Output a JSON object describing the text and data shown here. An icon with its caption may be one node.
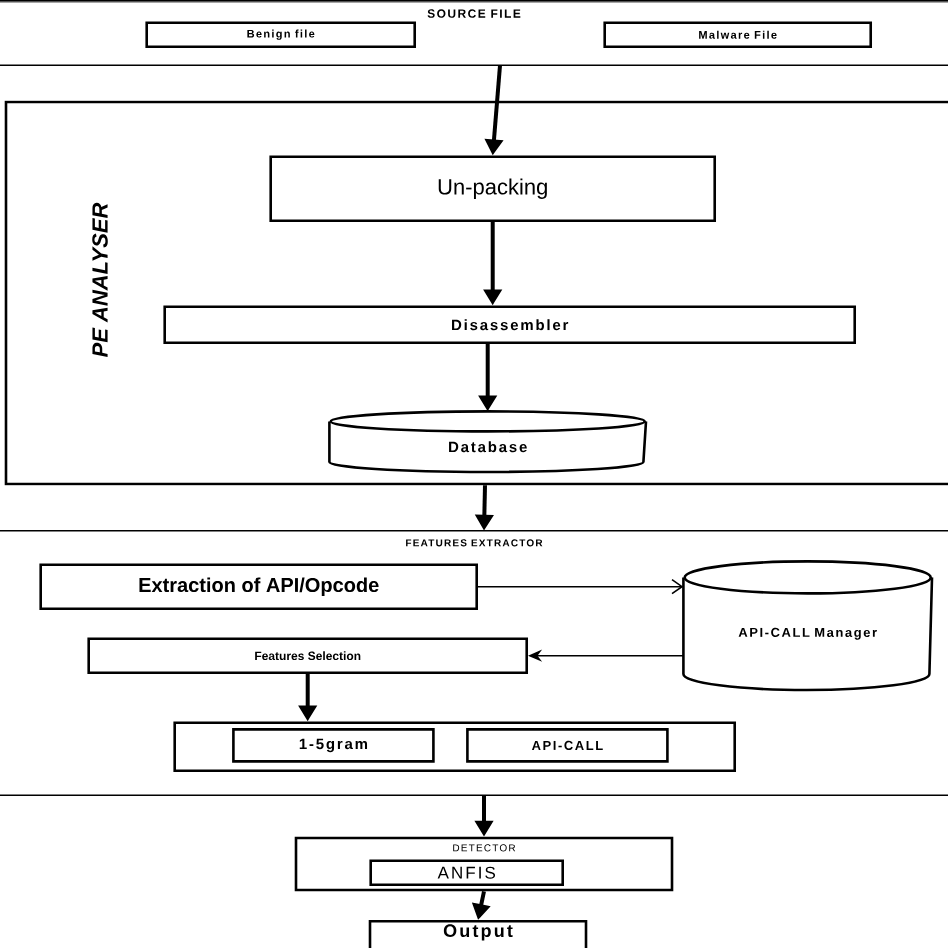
{
  "diagram": {
    "nodes": [
      {
        "text": [
          "SOURCE FILE"
        ]
      },
      {
        "text": [
          "Benign file"
        ],
        "in": 0
      },
      {
        "text": [
          "Malware File"
        ],
        "in": 0
      },
      {
        "text": [
          "PE ANALYSER"
        ]
      },
      {
        "text": [
          "Un-packing"
        ],
        "in": 3
      },
      {
        "text": [
          "Disassembler"
        ],
        "in": 3
      },
      {
        "text": [
          "Database"
        ],
        "in": 3
      },
      {
        "text": [
          "FEATURES EXTRACTOR"
        ]
      },
      {
        "text": [
          "Extraction of API/Opcode"
        ],
        "in": 7
      },
      {
        "text": [
          "API-CALL Manager"
        ],
        "in": 7
      },
      {
        "text": [
          "Features Selection"
        ],
        "in": 7
      },
      {
        "text": [],
        "shape": "box",
        "in": 7
      },
      {
        "text": [
          "1-5gram"
        ],
        "in": 11
      },
      {
        "text": [
          "API-CALL"
        ],
        "in": 11
      },
      {
        "text": [
          "DETECTOR"
        ]
      },
      {
        "text": [
          "ANFIS"
        ],
        "in": 14
      },
      {
        "text": [
          "Output"
        ]
      }
    ],
    "edges": [
      {
        "from": 0,
        "to": 4,
        "arrow": "to"
      },
      {
        "from": 4,
        "to": 5,
        "arrow": "to"
      },
      {
        "from": 5,
        "to": 6,
        "arrow": "to"
      },
      {
        "from": 3,
        "to": 7,
        "arrow": "to"
      },
      {
        "from": 8,
        "to": 9,
        "arrow": "to"
      },
      {
        "from": 9,
        "to": 10,
        "arrow": "to"
      },
      {
        "from": 10,
        "to": 11,
        "arrow": "to"
      },
      {
        "from": 7,
        "to": 14,
        "arrow": "to"
      },
      {
        "from": 14,
        "to": 16,
        "arrow": "to"
      }
    ]
  }
}
